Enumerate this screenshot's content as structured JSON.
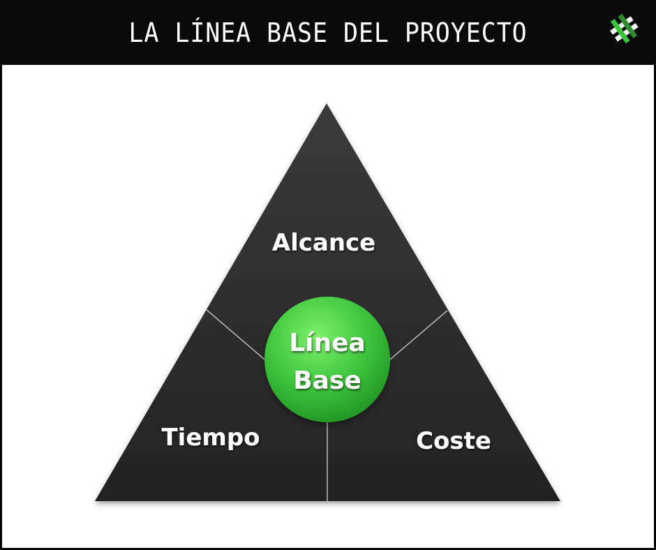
{
  "header": {
    "title": "LA LÍNEA BASE DEL PROYECTO",
    "logo_icon": "hashtag-logo-icon"
  },
  "diagram": {
    "center_label_line1": "Línea",
    "center_label_line2": "Base",
    "segments": {
      "top": "Alcance",
      "left": "Tiempo",
      "right": "Coste"
    },
    "colors": {
      "triangle": "#2b2b2b",
      "center_circle": "#3cc43c",
      "header_bg": "#0a0a0a",
      "background": "#ffffff"
    }
  }
}
